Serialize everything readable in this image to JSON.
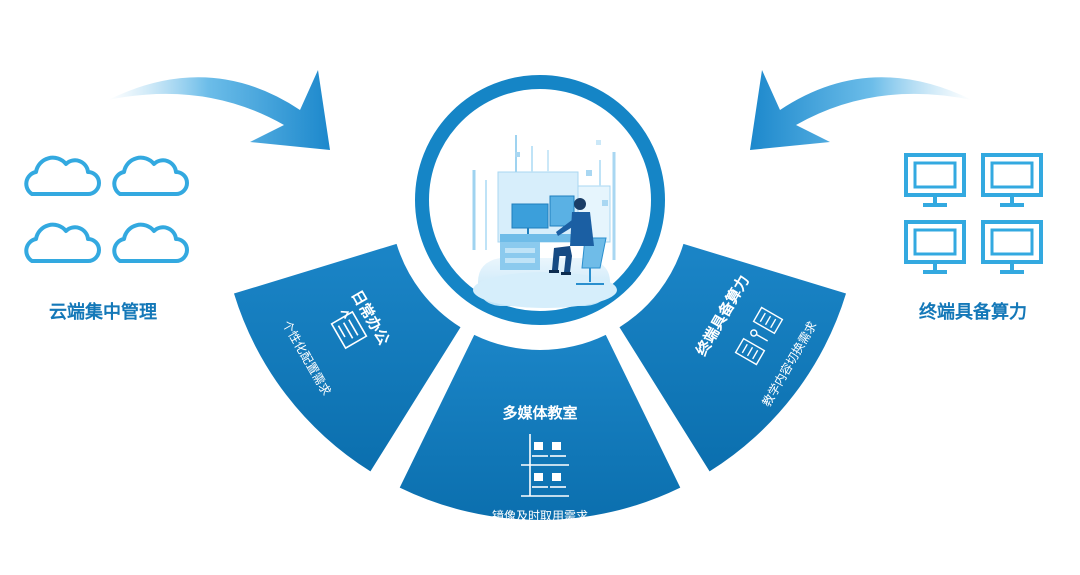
{
  "left_group": {
    "label": "云端集中管理",
    "icon": "cloud-icon"
  },
  "right_group": {
    "label": "终端具备算力",
    "icon": "monitor-icon"
  },
  "center": {
    "illustration": "person-at-computer-workstation"
  },
  "segments": [
    {
      "title": "日常办公",
      "subtitle": "个性化配置需求",
      "icon": "office-document-icon"
    },
    {
      "title": "多媒体教室",
      "subtitle": "镜像及时取用需求",
      "icon": "classroom-desks-icon"
    },
    {
      "title": "终端具备算力",
      "subtitle": "教学内容切换需求",
      "icon": "content-switch-icon"
    }
  ],
  "colors": {
    "segment_blue": "#0f78b9",
    "segment_blue_light": "#2a95d2",
    "label_blue": "#1478b8",
    "cloud_outline": "#33a9e0",
    "ring_blue": "#1585c6"
  }
}
